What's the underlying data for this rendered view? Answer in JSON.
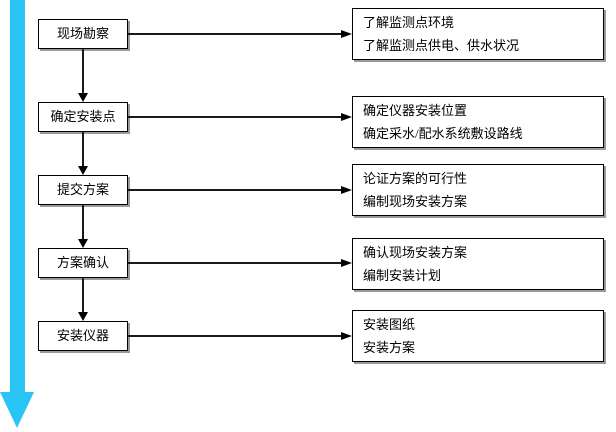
{
  "flow": {
    "steps": [
      {
        "label": "现场勘察",
        "details": [
          "了解监测点环境",
          "了解监测点供电、供水状况"
        ]
      },
      {
        "label": "确定安装点",
        "details": [
          "确定仪器安装位置",
          "确定采水/配水系统敷设路线"
        ]
      },
      {
        "label": "提交方案",
        "details": [
          "论证方案的可行性",
          "编制现场安装方案"
        ]
      },
      {
        "label": "方案确认",
        "details": [
          "确认现场安装方案",
          "编制安装计划"
        ]
      },
      {
        "label": "安装仪器",
        "details": [
          "安装图纸",
          "安装方案"
        ]
      }
    ]
  },
  "icons": {
    "timeline_arrow": "big-cyan-down-arrow",
    "step_connector": "black-down-arrow",
    "detail_connector": "black-right-arrow"
  },
  "colors": {
    "timeline_arrow": "#29C5F5",
    "connector": "#000000",
    "box_border": "#000000",
    "box_shadow": "#9a9a9a",
    "background": "#ffffff",
    "text": "#000000"
  }
}
